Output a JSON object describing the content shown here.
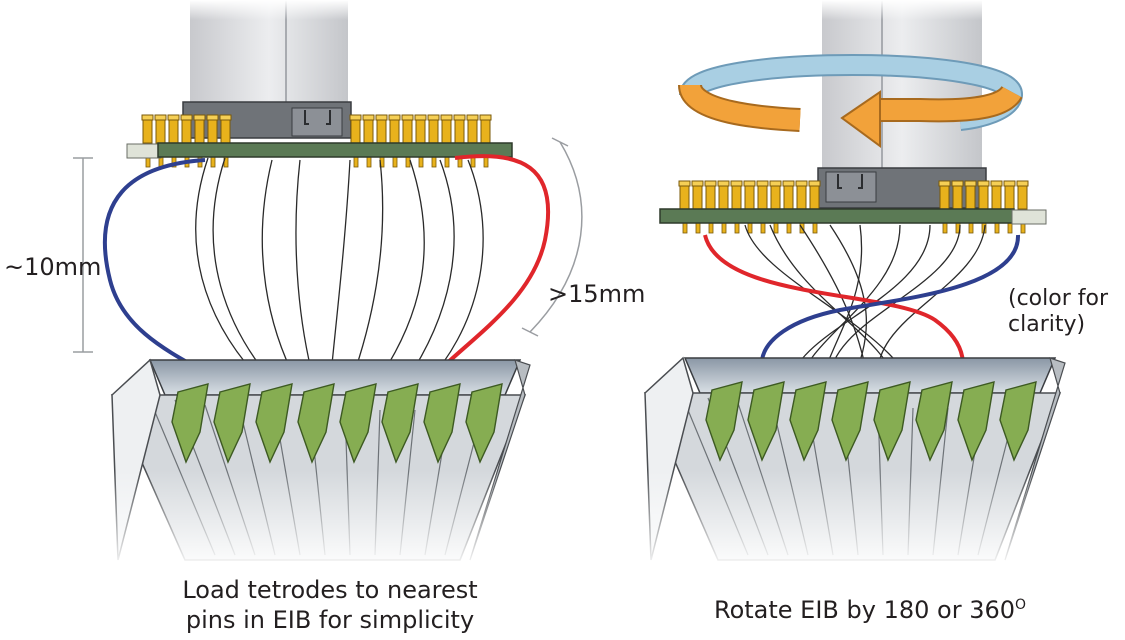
{
  "left_panel": {
    "dim_height": "~10mm",
    "dim_length": ">15mm",
    "caption_line1": "Load tetrodes to nearest",
    "caption_line2": "pins in EIB for simplicity"
  },
  "right_panel": {
    "note_line1": "(color for",
    "note_line2": "clarity)",
    "caption_text": "Rotate EIB by 180 or 360",
    "caption_sup": "O"
  },
  "colors": {
    "pin_gold": "#e8b21c",
    "board_green": "#5b7a55",
    "wire_red": "#e0262b",
    "wire_blue": "#2e3f8f",
    "lever_green": "#86ad52",
    "arrow_orange": "#f2a23a",
    "arrow_blue": "#9ec5dc"
  }
}
